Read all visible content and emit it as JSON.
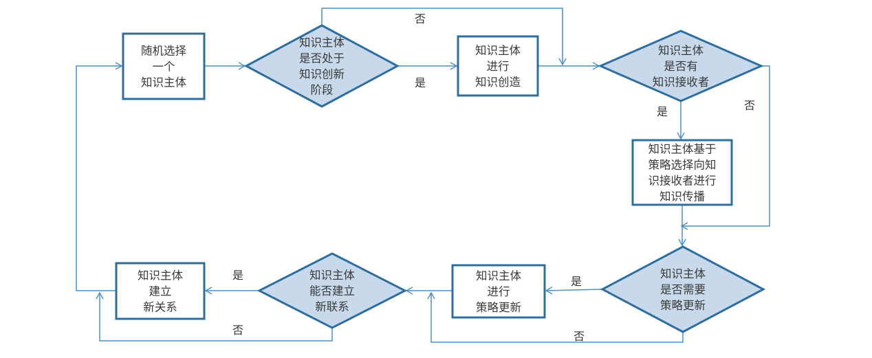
{
  "diagram": {
    "type": "flowchart",
    "colors": {
      "node_border": "#2e6e9e",
      "decision_fill": "#c9d9ec",
      "process_fill": "#ffffff",
      "connector": "#4a90c4",
      "text": "#3a3a3a"
    },
    "nodes": [
      {
        "id": "n1",
        "kind": "process",
        "lines": [
          "随机选择",
          "一个",
          "知识主体"
        ]
      },
      {
        "id": "d1",
        "kind": "decision",
        "lines": [
          "知识主体",
          "是否处于",
          "知识创新",
          "阶段"
        ]
      },
      {
        "id": "n2",
        "kind": "process",
        "lines": [
          "知识主体",
          "进行",
          "知识创造"
        ]
      },
      {
        "id": "d2",
        "kind": "decision",
        "lines": [
          "知识主体",
          "是否有",
          "知识接收者"
        ]
      },
      {
        "id": "n3",
        "kind": "process",
        "lines": [
          "知识主体基于",
          "策略选择向知",
          "识接收者进行",
          "知识传播"
        ]
      },
      {
        "id": "d3",
        "kind": "decision",
        "lines": [
          "知识主体",
          "是否需要",
          "策略更新"
        ]
      },
      {
        "id": "n4",
        "kind": "process",
        "lines": [
          "知识主体",
          "进行",
          "策略更新"
        ]
      },
      {
        "id": "d4",
        "kind": "decision",
        "lines": [
          "知识主体",
          "能否建立",
          "新联系"
        ]
      },
      {
        "id": "n5",
        "kind": "process",
        "lines": [
          "知识主体",
          "建立",
          "新关系"
        ]
      }
    ],
    "edges": [
      {
        "from": "n1",
        "to": "d1",
        "label": ""
      },
      {
        "from": "d1",
        "to": "n2",
        "label": "是"
      },
      {
        "from": "d1",
        "to": "d2",
        "label": "否"
      },
      {
        "from": "n2",
        "to": "d2",
        "label": ""
      },
      {
        "from": "d2",
        "to": "n3",
        "label": "是"
      },
      {
        "from": "d2",
        "to": "d3",
        "label": "否"
      },
      {
        "from": "n3",
        "to": "d3",
        "label": ""
      },
      {
        "from": "d3",
        "to": "n4",
        "label": "是"
      },
      {
        "from": "d3",
        "to": "d4",
        "label": "否"
      },
      {
        "from": "n4",
        "to": "d4",
        "label": ""
      },
      {
        "from": "d4",
        "to": "n5",
        "label": "是"
      },
      {
        "from": "d4",
        "to": "n1",
        "label": "否"
      },
      {
        "from": "n5",
        "to": "n1",
        "label": ""
      }
    ],
    "labels": {
      "yes": "是",
      "no": "否"
    }
  }
}
